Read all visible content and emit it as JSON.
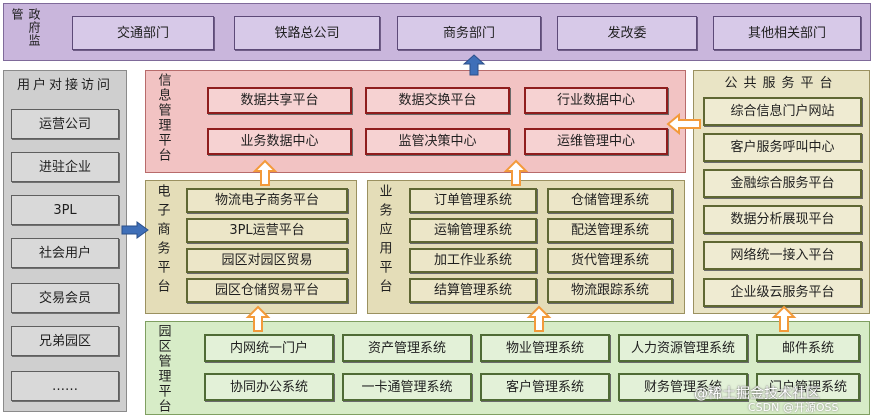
{
  "gov": {
    "label": "政府监管",
    "items": [
      "交通部门",
      "铁路总公司",
      "商务部门",
      "发改委",
      "其他相关部门"
    ]
  },
  "user": {
    "label": "用户对接访问",
    "items": [
      "运营公司",
      "进驻企业",
      "3PL",
      "社会用户",
      "交易会员",
      "兄弟园区",
      "……"
    ]
  },
  "info": {
    "label": "信息管理平台",
    "items": [
      "数据共享平台",
      "数据交换平台",
      "行业数据中心",
      "业务数据中心",
      "监管决策中心",
      "运维管理中心"
    ]
  },
  "ecom": {
    "label": "电子商务平台",
    "items": [
      "物流电子商务平台",
      "3PL运营平台",
      "园区对园区贸易",
      "园区仓储贸易平台"
    ]
  },
  "bizapp": {
    "label": "业务应用平台",
    "left": [
      "订单管理系统",
      "运输管理系统",
      "加工作业系统",
      "结算管理系统"
    ],
    "right": [
      "仓储管理系统",
      "配送管理系统",
      "货代管理系统",
      "物流跟踪系统"
    ]
  },
  "pub": {
    "label": "公共服务平台",
    "items": [
      "综合信息门户网站",
      "客户服务呼叫中心",
      "金融综合服务平台",
      "数据分析展现平台",
      "网络统一接入平台",
      "企业级云服务平台"
    ]
  },
  "park": {
    "label": "园区管理平台",
    "row1": [
      "内网统一门户",
      "资产管理系统",
      "物业管理系统",
      "人力资源管理系统",
      "邮件系统"
    ],
    "row2": [
      "协同办公系统",
      "一卡通管理系统",
      "客户管理系统",
      "财务管理系统",
      "门户管理系统"
    ]
  },
  "watermark": {
    "main": "@稀土掘金技术社区",
    "sub": "CSDN @开源OSS"
  },
  "colors": {
    "arrow_orange": "#f39a3a",
    "arrow_blue": "#3f6fb8"
  }
}
